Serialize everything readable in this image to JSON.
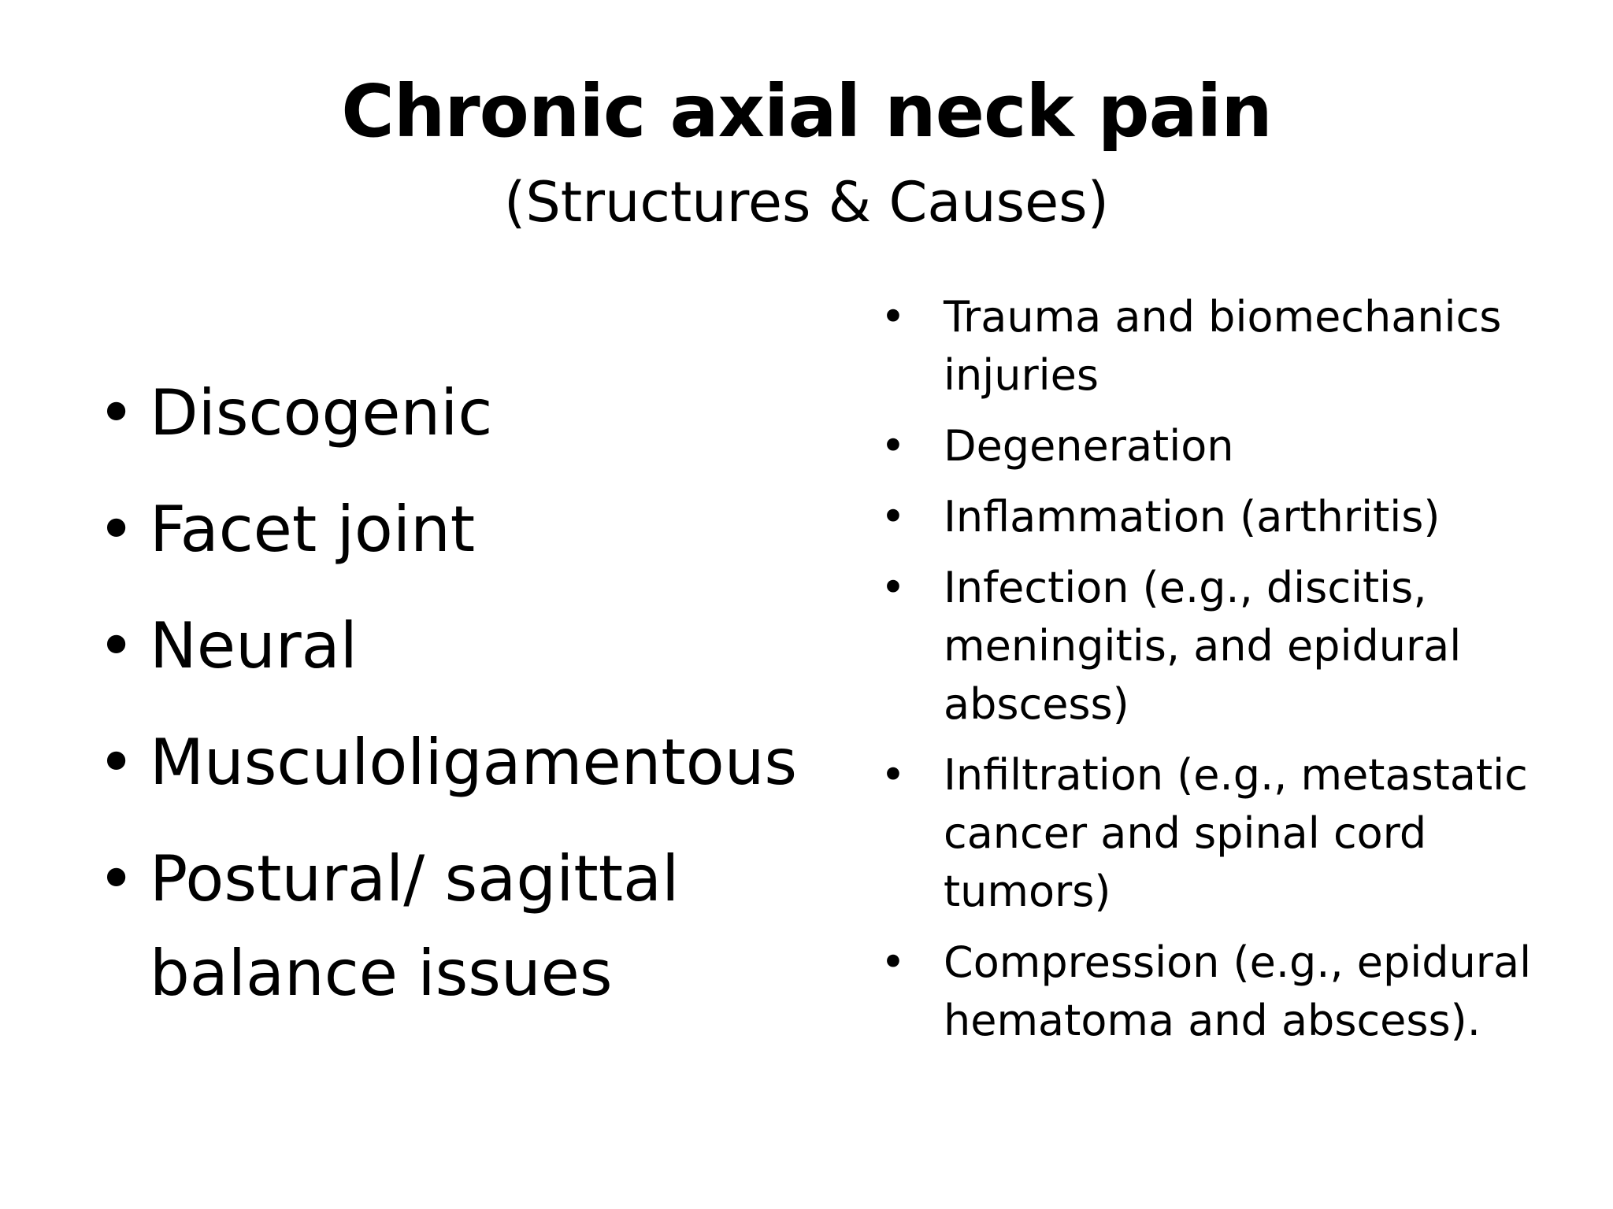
{
  "slide": {
    "title": "Chronic axial neck pain",
    "subtitle": "(Structures & Causes)",
    "bullet_glyph": "•",
    "structures": [
      "Discogenic",
      "Facet joint",
      "Neural",
      "Musculoligamentous",
      "Postural/ sagittal balance issues"
    ],
    "causes": [
      "Trauma and biomechanics injuries",
      "Degeneration",
      "Inflammation (arthritis)",
      "Infection (e.g., discitis, meningitis, and epidural abscess)",
      "Infiltration (e.g., metastatic cancer and spinal cord tumors)",
      "Compression (e.g., epidural hematoma and abscess)."
    ]
  }
}
